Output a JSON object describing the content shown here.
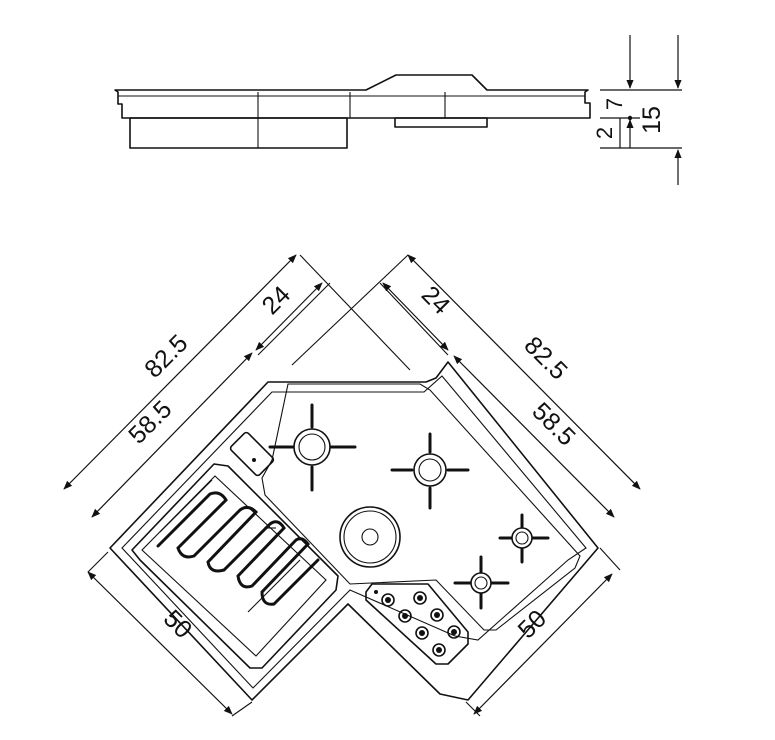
{
  "side_view": {
    "dim_total": "15",
    "dim_upper": "7",
    "dim_lower": "2"
  },
  "top_view": {
    "left_overall": "82.5",
    "left_inner": "58.5",
    "left_depth": "24",
    "right_depth": "24",
    "right_overall": "82.5",
    "right_inner": "58.5",
    "left_width": "50",
    "right_width": "50"
  }
}
